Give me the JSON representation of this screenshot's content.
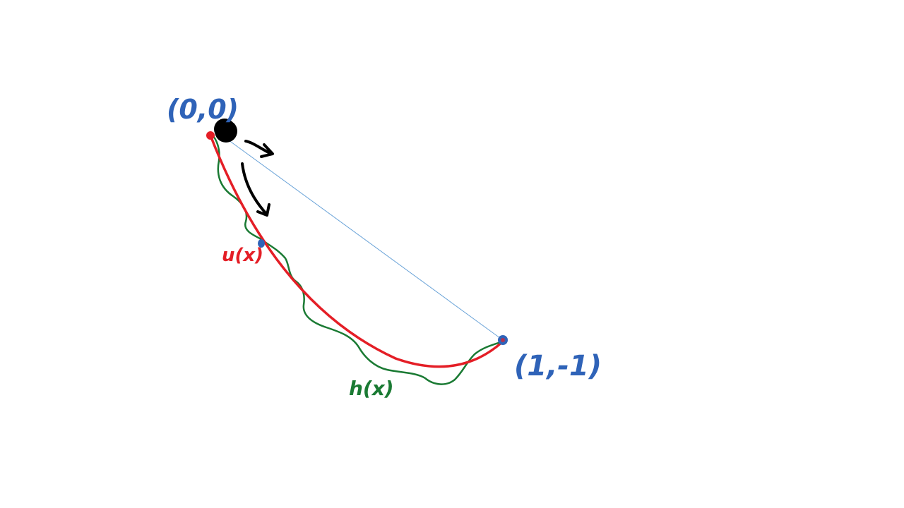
{
  "labels": {
    "start_point": "(0,0)",
    "end_point": "(1,-1)",
    "red_curve": "u(x)",
    "green_curve": "h(x)"
  },
  "colors": {
    "points_blue": "#2f63b8",
    "curve_red": "#e41e26",
    "curve_green": "#1a7a33",
    "chord_blue": "#6aa3d8",
    "ball_black": "#000000"
  },
  "icons": {
    "ball": "ball-icon",
    "arrow_right": "arrow-right-icon",
    "arrow_down": "arrow-down-icon"
  }
}
